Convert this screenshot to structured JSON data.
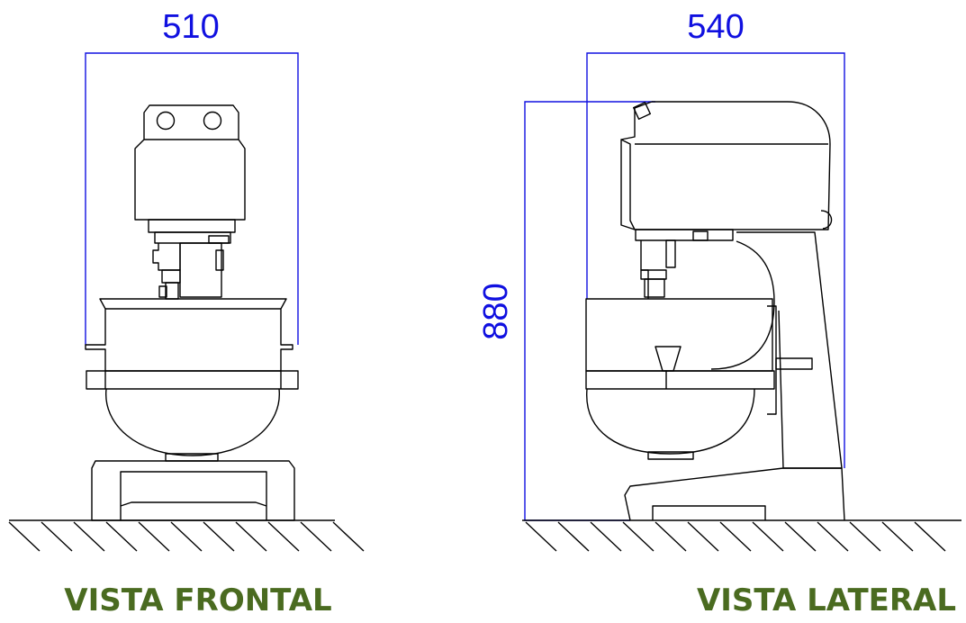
{
  "colors": {
    "dimension": "#1010e0",
    "caption": "#4a6b20",
    "line": "#000000"
  },
  "front_view": {
    "width_dimension": "510",
    "caption": "VISTA FRONTAL"
  },
  "side_view": {
    "width_dimension": "540",
    "height_dimension": "880",
    "caption": "VISTA LATERAL"
  }
}
